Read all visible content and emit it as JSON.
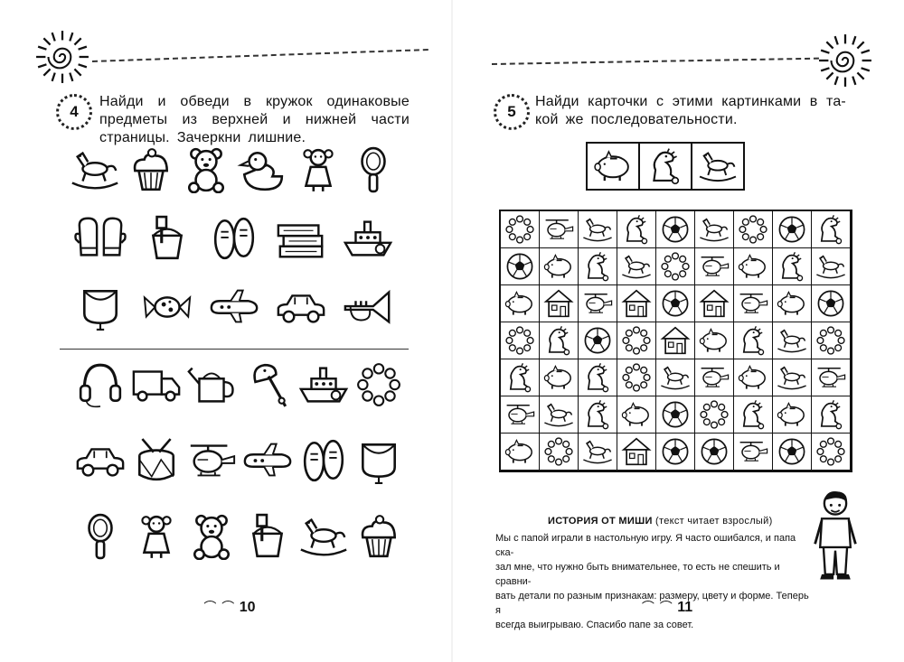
{
  "left_page": {
    "task_number": "4",
    "task_lines": [
      [
        "Найди",
        "и",
        "обведи",
        "в",
        "кружок",
        "одинаковые"
      ],
      [
        "предметы",
        "из",
        "верхней",
        "и",
        "нижней",
        "части"
      ],
      [
        "страницы.",
        "Зачеркни",
        "лишние."
      ]
    ],
    "top_items": [
      "rocking-horse",
      "cupcake",
      "teddy-bear",
      "duck",
      "doll",
      "rattle",
      "mittens",
      "sand-bucket",
      "sneakers",
      "books",
      "steamboat",
      "purse",
      "candy",
      "airplane",
      "toy-car",
      "trumpet"
    ],
    "bottom_items": [
      "headphones",
      "truck",
      "watering-can",
      "hobby-horse",
      "steamboat",
      "bead-rattle",
      "toy-car",
      "drum",
      "helicopter",
      "airplane",
      "sneakers",
      "purse",
      "rattle",
      "doll",
      "teddy-bear",
      "sand-bucket",
      "rocking-horse",
      "cupcake"
    ],
    "page_number": "10"
  },
  "right_page": {
    "task_number": "5",
    "task_lines": [
      [
        "Найди",
        "карточки",
        "с",
        "этими",
        "картинками",
        "в",
        "та-"
      ],
      [
        "кой",
        "же",
        "последовательности."
      ]
    ],
    "reference_cards": [
      "piggy-bank",
      "dinosaur",
      "rocking-horse"
    ],
    "grid": [
      [
        "bead-rattle",
        "helicopter",
        "rocking-horse",
        "dinosaur",
        "ball",
        "rocking-horse",
        "bead-rattle",
        "ball",
        "dinosaur"
      ],
      [
        "ball",
        "piggy-bank",
        "dinosaur",
        "rocking-horse",
        "bead-rattle",
        "helicopter",
        "piggy-bank",
        "dinosaur",
        "rocking-horse"
      ],
      [
        "piggy-bank",
        "toy-house",
        "helicopter",
        "toy-house",
        "ball",
        "toy-house",
        "helicopter",
        "piggy-bank",
        "ball"
      ],
      [
        "bead-rattle",
        "dinosaur",
        "ball",
        "bead-rattle",
        "toy-house",
        "piggy-bank",
        "dinosaur",
        "rocking-horse",
        "bead-rattle"
      ],
      [
        "dinosaur",
        "piggy-bank",
        "dinosaur",
        "bead-rattle",
        "rocking-horse",
        "helicopter",
        "piggy-bank",
        "rocking-horse",
        "helicopter"
      ],
      [
        "helicopter",
        "rocking-horse",
        "dinosaur",
        "piggy-bank",
        "ball",
        "bead-rattle",
        "dinosaur",
        "piggy-bank",
        "dinosaur"
      ],
      [
        "piggy-bank",
        "bead-rattle",
        "rocking-horse",
        "toy-house",
        "ball",
        "ball",
        "helicopter",
        "ball",
        "bead-rattle"
      ]
    ],
    "story_title_bold": "ИСТОРИЯ ОТ МИШИ",
    "story_title_note": "(текст читает взрослый)",
    "story_lines": [
      "Мы с папой играли в настольную игру. Я часто ошибался, и папа ска-",
      "зал мне, что нужно быть внимательнее, то есть не спешить и сравни-",
      "вать детали по разным признакам: размеру, цвету и форме. Теперь я",
      "всегда выигрываю. Спасибо папе за совет."
    ],
    "page_number": "11"
  },
  "page_number_deco": "⌒ ⌒"
}
